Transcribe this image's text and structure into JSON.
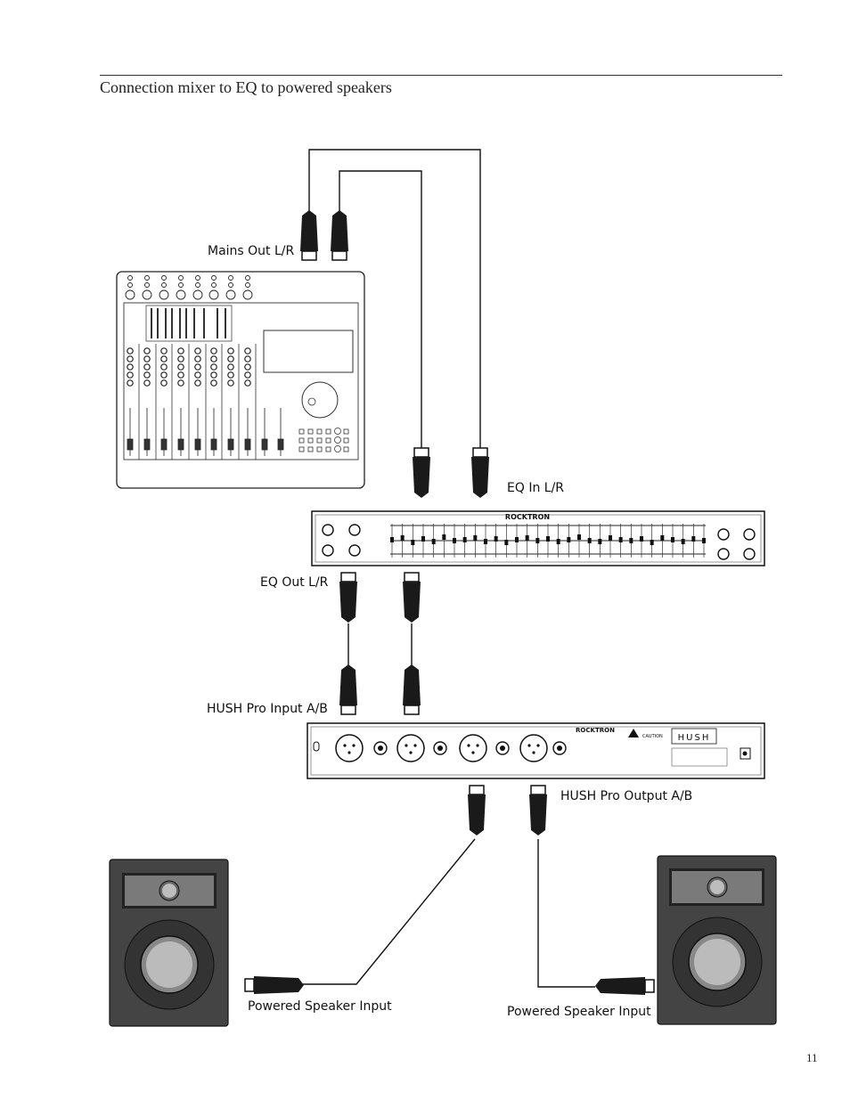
{
  "page": {
    "heading": "Connection mixer to EQ to powered speakers",
    "page_number": "11"
  },
  "labels": {
    "mains_out": "Mains Out L/R",
    "eq_in": "EQ In L/R",
    "eq_out": "EQ Out L/R",
    "hush_input": "HUSH Pro Input A/B",
    "hush_output": "HUSH Pro Output A/B",
    "speaker_input_left": "Powered Speaker Input",
    "speaker_input_right": "Powered Speaker Input"
  },
  "devices": {
    "eq_brand": "ROCKTRON",
    "hush_brand": "ROCKTRON",
    "hush_logo": "HUSH",
    "hush_caution": "CAUTION"
  },
  "colors": {
    "line": "#111111",
    "connector_fill": "#1a1a1a",
    "speaker_body": "#444444"
  }
}
